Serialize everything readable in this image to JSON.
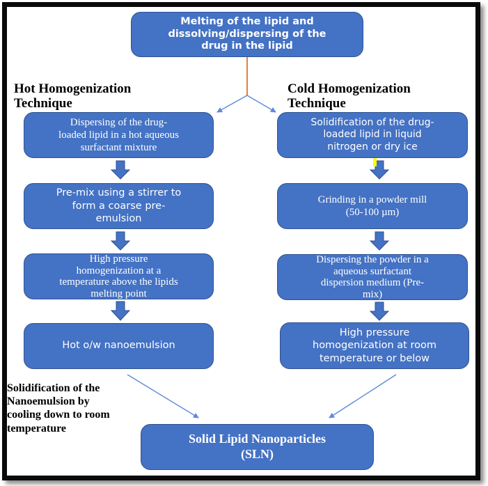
{
  "diagram": {
    "colors": {
      "box_fill": "#4472c4",
      "box_border": "#2f528f",
      "box_text": "#ffffff",
      "connector_orange": "#ed7d31",
      "connector_blue": "#5b8bd6",
      "highlight_yellow": "#ffff00",
      "frame": "#0a0a0a"
    },
    "start_step": "Melting of the lipid and\ndissolving/dispersing of the\ndrug in the lipid",
    "hot": {
      "heading": "Hot Homogenization\nTechnique",
      "steps": [
        "Dispersing of the drug-\nloaded lipid in a hot aqueous\nsurfactant mixture",
        "Pre-mix using a stirrer to\nform a coarse pre-\nemulsion",
        "High pressure\nhomogenization at a\ntemperature above the lipids\nmelting point",
        "Hot o/w nanoemulsion"
      ],
      "final_note": "Solidification of the\nNanoemulsion by\ncooling down to room\ntemperature"
    },
    "cold": {
      "heading": "Cold Homogenization\nTechnique",
      "steps": [
        "Solidification of the drug-\nloaded lipid in liquid\nnitrogen or dry ice",
        "Grinding in a powder mill\n(50-100 µm)",
        "Dispersing the powder in a\naqueous surfactant\ndispersion medium (Pre-\nmix)",
        "High pressure\nhomogenization at room\ntemperature or below"
      ]
    },
    "end_step": "Solid Lipid Nanoparticles\n(SLN)"
  }
}
